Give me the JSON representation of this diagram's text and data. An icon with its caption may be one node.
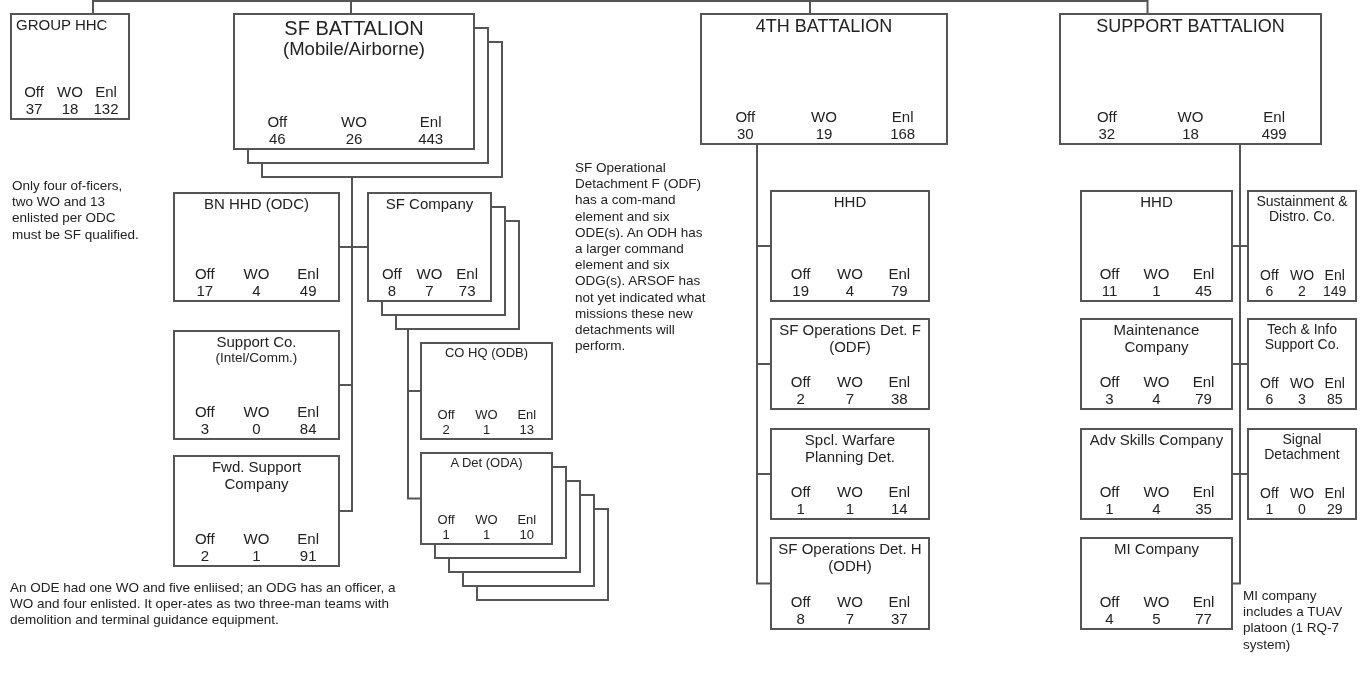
{
  "diagram": {
    "nodes": [
      {
        "text": [
          "GROUP HHC",
          "Off",
          "WO",
          "Enl",
          "37",
          "18",
          "132"
        ]
      },
      {
        "text": [
          "SF BATTALION",
          "(Mobile/Airborne)",
          "Off",
          "WO",
          "Enl",
          "46",
          "26",
          "443"
        ]
      },
      {
        "text": [
          "4TH BATTALION",
          "Off",
          "WO",
          "Enl",
          "30",
          "19",
          "168"
        ]
      },
      {
        "text": [
          "SUPPORT BATTALION",
          "Off",
          "WO",
          "Enl",
          "32",
          "18",
          "499"
        ]
      },
      {
        "text": [
          "BN HHD (ODC)",
          "Off",
          "WO",
          "Enl",
          "17",
          "4",
          "49"
        ]
      },
      {
        "text": [
          "SF Company",
          "Off",
          "WO",
          "Enl",
          "8",
          "7",
          "73"
        ]
      },
      {
        "text": [
          "Support Co.",
          "(Intel/Comm.)",
          "Off",
          "WO",
          "Enl",
          "3",
          "0",
          "84"
        ]
      },
      {
        "text": [
          "Fwd. Support Company",
          "Off",
          "WO",
          "Enl",
          "2",
          "1",
          "91"
        ]
      },
      {
        "text": [
          "CO HQ (ODB)",
          "Off",
          "WO",
          "Enl",
          "2",
          "1",
          "13"
        ]
      },
      {
        "text": [
          "A Det (ODA)",
          "Off",
          "WO",
          "Enl",
          "1",
          "1",
          "10"
        ]
      },
      {
        "text": [
          "HHD",
          "Off",
          "WO",
          "Enl",
          "19",
          "4",
          "79"
        ]
      },
      {
        "text": [
          "SF Operations Det. F (ODF)",
          "Off",
          "WO",
          "Enl",
          "2",
          "7",
          "38"
        ]
      },
      {
        "text": [
          "Spcl. Warfare Planning Det.",
          "Off",
          "WO",
          "Enl",
          "1",
          "1",
          "14"
        ]
      },
      {
        "text": [
          "SF Operations Det. H (ODH)",
          "Off",
          "WO",
          "Enl",
          "8",
          "7",
          "37"
        ]
      },
      {
        "text": [
          "HHD",
          "Off",
          "WO",
          "Enl",
          "11",
          "1",
          "45"
        ]
      },
      {
        "text": [
          "Sustainment & Distro. Co.",
          "Off",
          "WO",
          "Enl",
          "6",
          "2",
          "149"
        ]
      },
      {
        "text": [
          "Maintenance Company",
          "Off",
          "WO",
          "Enl",
          "3",
          "4",
          "79"
        ]
      },
      {
        "text": [
          "Tech & Info Support Co.",
          "Off",
          "WO",
          "Enl",
          "6",
          "3",
          "85"
        ]
      },
      {
        "text": [
          "Adv Skills Company",
          "Off",
          "WO",
          "Enl",
          "1",
          "4",
          "35"
        ]
      },
      {
        "text": [
          "Signal Detachment",
          "Off",
          "WO",
          "Enl",
          "1",
          "0",
          "29"
        ]
      },
      {
        "text": [
          "MI Company",
          "Off",
          "WO",
          "Enl",
          "4",
          "5",
          "77"
        ]
      }
    ],
    "edges": [
      {
        "from": null,
        "to": 0,
        "arrow": "none"
      },
      {
        "from": null,
        "to": 1,
        "arrow": "none"
      },
      {
        "from": null,
        "to": 2,
        "arrow": "none"
      },
      {
        "from": null,
        "to": 3,
        "arrow": "none"
      },
      {
        "from": 1,
        "to": 4,
        "arrow": "none"
      },
      {
        "from": 1,
        "to": 5,
        "arrow": "none"
      },
      {
        "from": 1,
        "to": 6,
        "arrow": "none"
      },
      {
        "from": 1,
        "to": 7,
        "arrow": "none"
      },
      {
        "from": 5,
        "to": 8,
        "arrow": "none"
      },
      {
        "from": 5,
        "to": 9,
        "arrow": "none"
      },
      {
        "from": 2,
        "to": 10,
        "arrow": "none"
      },
      {
        "from": 2,
        "to": 11,
        "arrow": "none"
      },
      {
        "from": 2,
        "to": 12,
        "arrow": "none"
      },
      {
        "from": 2,
        "to": 13,
        "arrow": "none"
      },
      {
        "from": 3,
        "to": 14,
        "arrow": "none"
      },
      {
        "from": 3,
        "to": 15,
        "arrow": "none"
      },
      {
        "from": 3,
        "to": 16,
        "arrow": "none"
      },
      {
        "from": 3,
        "to": 17,
        "arrow": "none"
      },
      {
        "from": 3,
        "to": 18,
        "arrow": "none"
      },
      {
        "from": 3,
        "to": 19,
        "arrow": "none"
      },
      {
        "from": 3,
        "to": 20,
        "arrow": "none"
      }
    ],
    "labels": [
      "Only four of-ficers, two WO and 13 enlisted per ODC must be SF qualified.",
      "SF Operational Detachment F (ODF) has a com-mand element and six ODE(s). An ODH has a larger command element and six ODG(s). ARSOF has not yet indicated what missions these new detachments will perform.",
      "An ODE had one WO and five enliised; an ODG has an officer, a WO and four enlisted. It oper-ates as two three-man teams  with demolition and terminal guidance equipment.",
      "MI company includes a TUAV platoon (1 RQ-7 system)"
    ]
  }
}
